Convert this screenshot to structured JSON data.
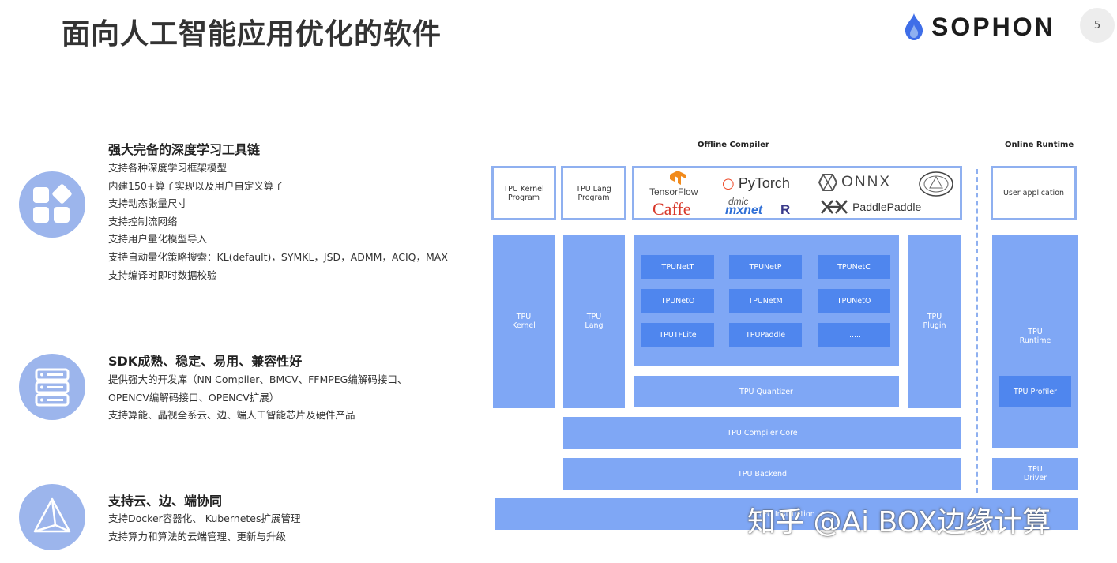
{
  "header": {
    "title": "面向人工智能应用优化的软件",
    "brand": "SOPHON",
    "page_number": "5"
  },
  "features": [
    {
      "icon": "blocks-icon",
      "title": "强大完备的深度学习工具链",
      "lines": [
        "支持各种深度学习框架模型",
        "内建150+算子实现以及用户自定义算子",
        "支持动态张量尺寸",
        "支持控制流网络",
        "支持用户量化模型导入",
        "支持自动量化策略搜索：KL(default)，SYMKL，JSD，ADMM，ACIQ，MAX",
        "支持编译时即时数据校验"
      ]
    },
    {
      "icon": "server-icon",
      "title": "SDK成熟、稳定、易用、兼容性好",
      "lines": [
        "提供强大的开发库（NN Compiler、BMCV、FFMPEG编解码接口、",
        "OPENCV编解码接口、OPENCV扩展）",
        "支持算能、晶视全系云、边、端人工智能芯片及硬件产品"
      ]
    },
    {
      "icon": "pyramid-icon",
      "title": "支持云、边、端协同",
      "lines": [
        "支持Docker容器化、 Kubernetes扩展管理",
        "支持算力和算法的云端管理、更新与升级"
      ]
    }
  ],
  "diagram": {
    "offline_header": "Offline Compiler",
    "online_header": "Online Runtime",
    "top_boxes": {
      "kernel_program": "TPU Kernel\nProgram",
      "lang_program": "TPU Lang\nProgram",
      "user_application": "User application"
    },
    "frameworks": {
      "tensorflow": "TensorFlow",
      "pytorch": "PyTorch",
      "onnx": "ONNX",
      "caffe": "Caffe",
      "dmlc": "dmlc",
      "mxnet": "mxnet",
      "mxnet_r": "R",
      "paddle": "PaddlePaddle"
    },
    "columns": {
      "tpu_kernel": "TPU\nKernel",
      "tpu_lang": "TPU\nLang",
      "tpu_plugin": "TPU\nPlugin",
      "tpu_runtime": "TPU\nRuntime"
    },
    "nets": [
      "TPUNetT",
      "TPUNetP",
      "TPUNetC",
      "TPUNetO",
      "TPUNetM",
      "TPUNetO",
      "TPUTFLite",
      "TPUPaddle",
      "......"
    ],
    "quantizer": "TPU Quantizer",
    "compiler_core": "TPU Compiler Core",
    "backend": "TPU Backend",
    "instruction": "TPU Instruction",
    "profiler": "TPU Profiler",
    "driver": "TPU\nDriver"
  },
  "watermark": "知乎 @Ai BOX边缘计算",
  "colors": {
    "box": "#7fa7f5",
    "inner_box": "#4f86ee",
    "border": "#8fb0f0",
    "icon_circle": "#9cb5ec",
    "logo_flame": "#3f6ee8"
  }
}
